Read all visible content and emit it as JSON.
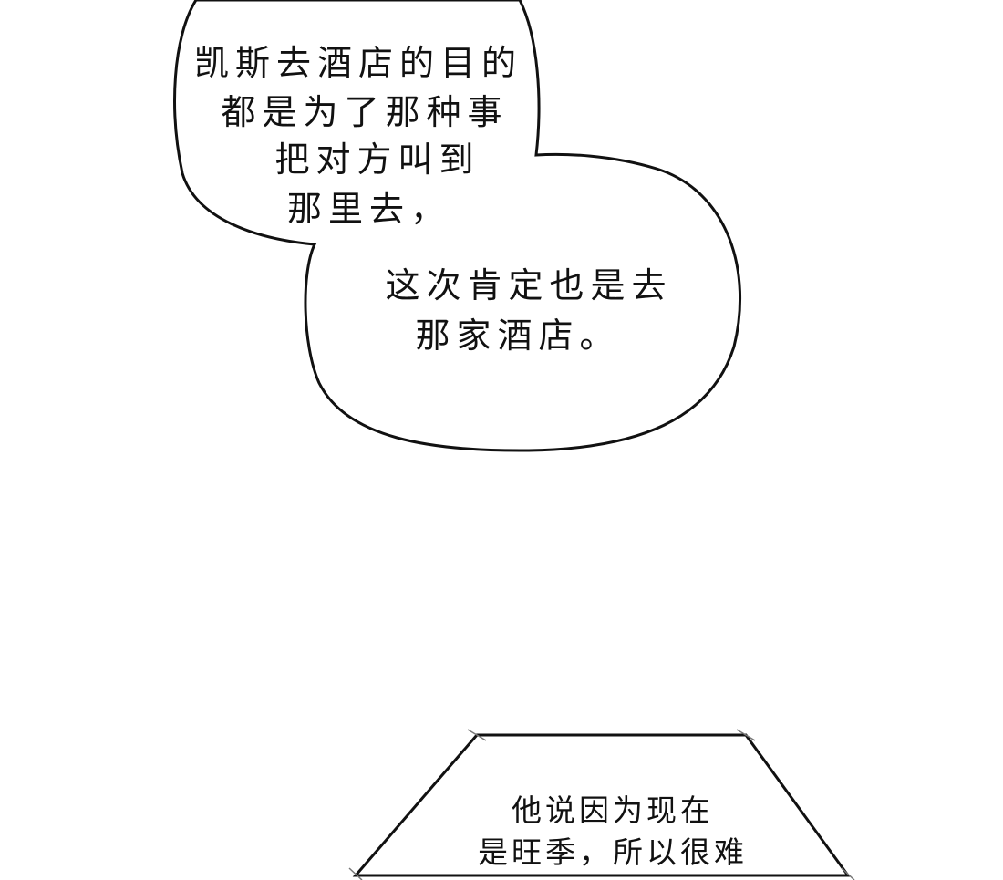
{
  "bubble_top": {
    "lines": [
      "凯斯去酒店的目的",
      "都是为了那种事",
      "把对方叫到",
      "那里去，"
    ]
  },
  "bubble_middle": {
    "lines": [
      "这次肯定也是去",
      "那家酒店。"
    ]
  },
  "bubble_bottom": {
    "lines": [
      "他说因为现在",
      "是旺季，所以很难"
    ]
  }
}
